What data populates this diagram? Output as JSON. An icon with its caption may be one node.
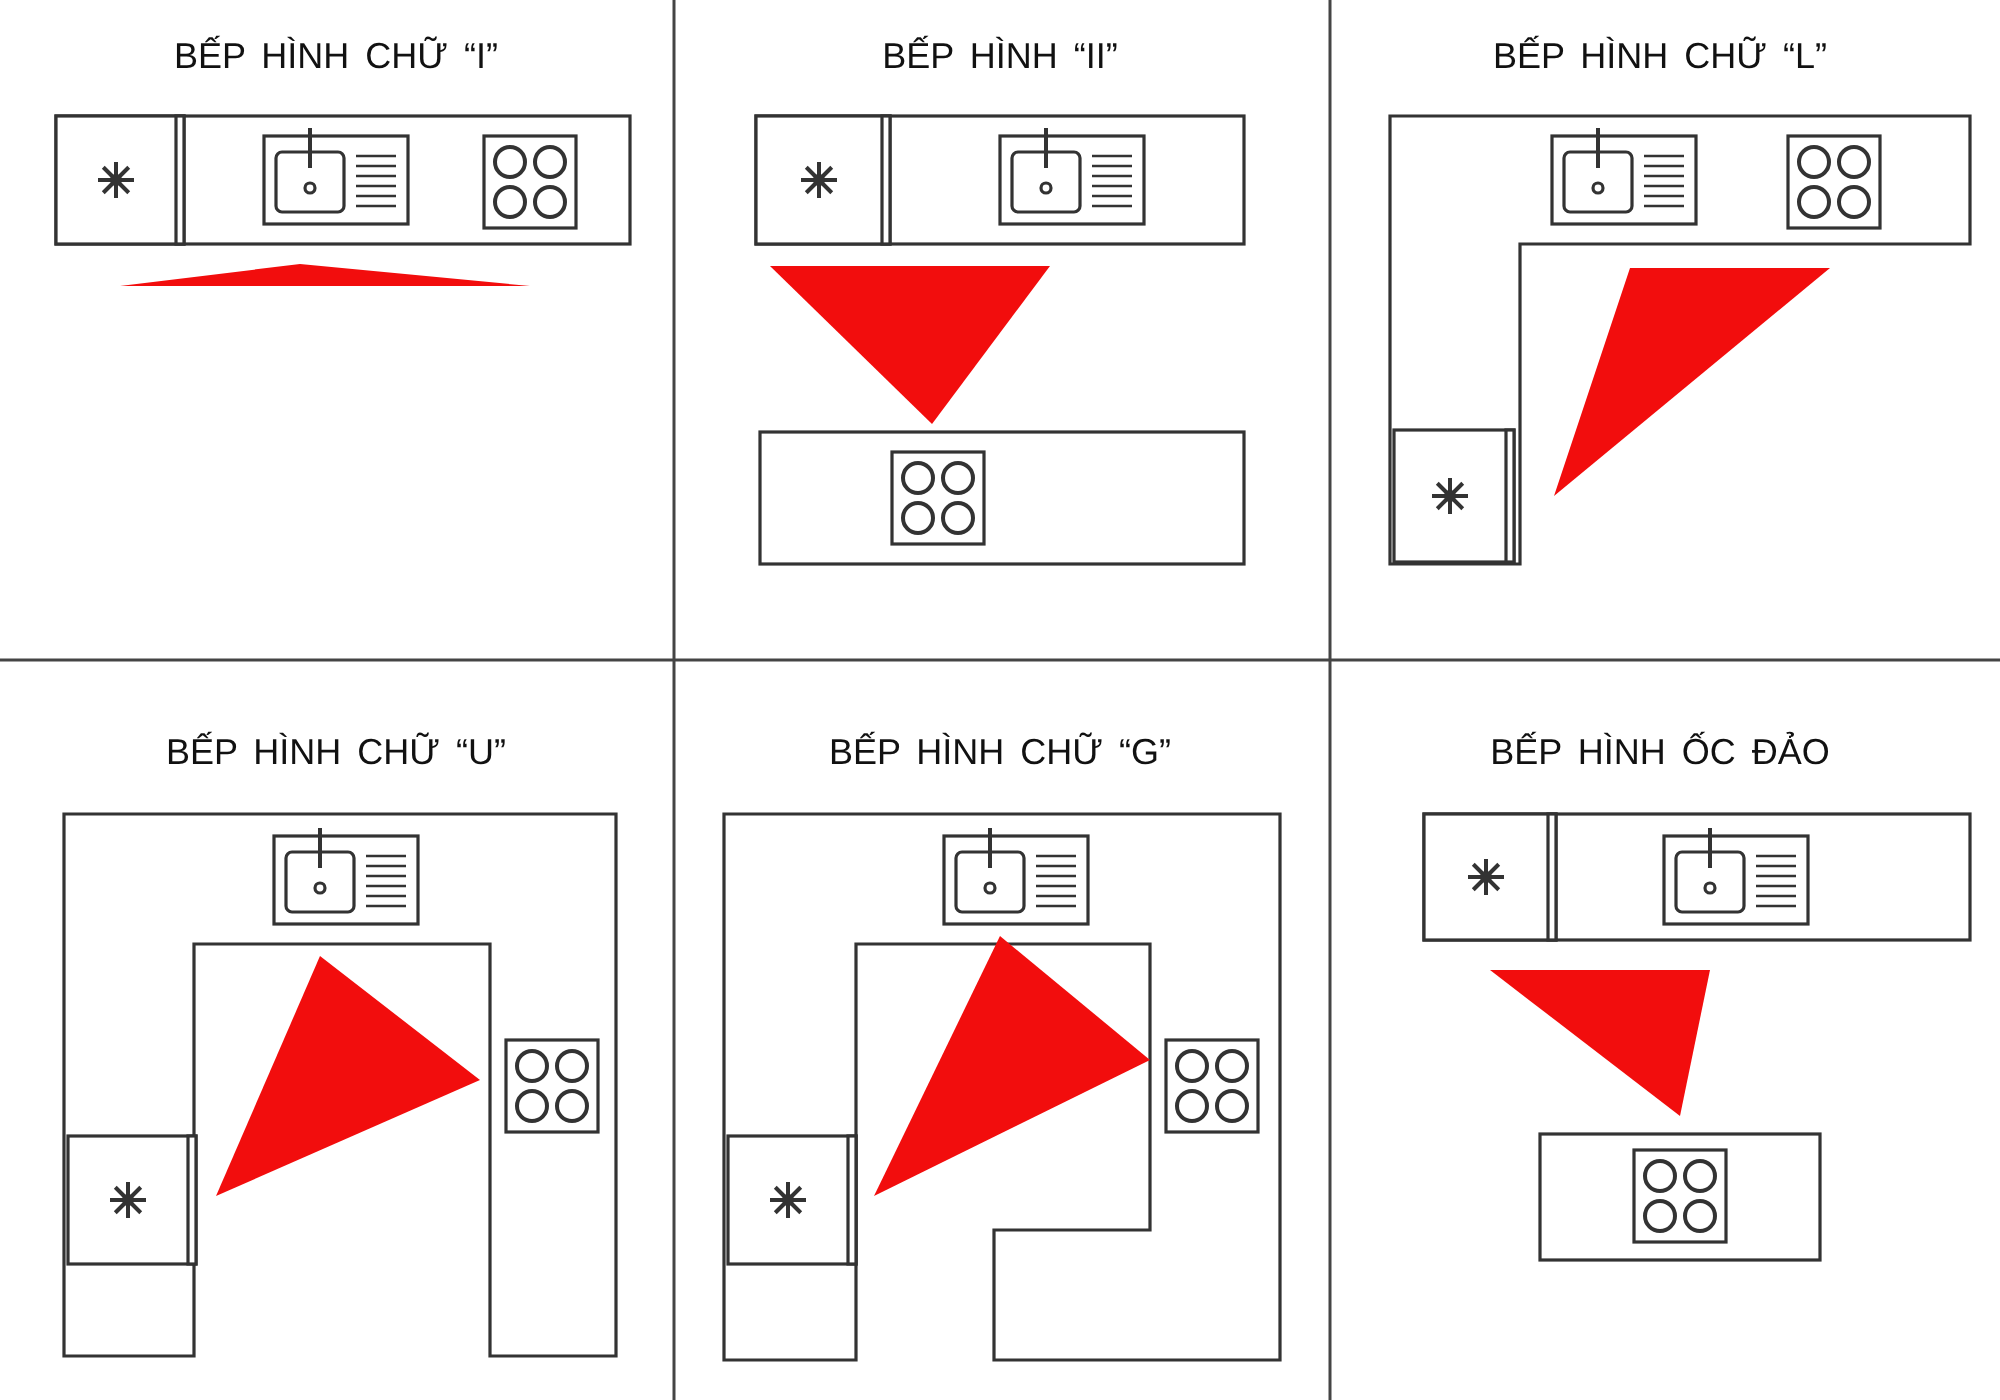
{
  "diagram": {
    "labels": [
      "BẾP HÌNH CHỮ “I”",
      "BẾP HÌNH “II”",
      "BẾP HÌNH CHỮ “L”",
      "BẾP HÌNH CHỮ “U”",
      "BẾP HÌNH CHỮ “G”",
      "BẾP HÌNH ỐC ĐẢO"
    ]
  }
}
